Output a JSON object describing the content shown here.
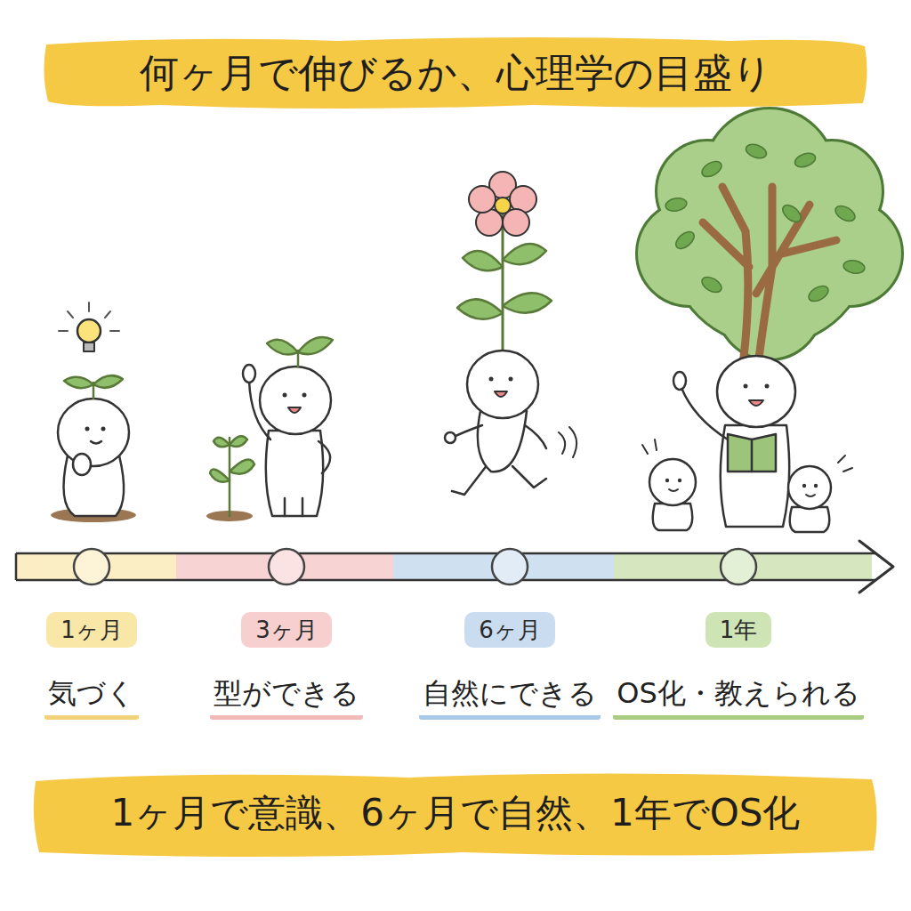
{
  "diagram": {
    "title": "何ヶ月で伸びるか、心理学の目盛り",
    "caption": "1ヶ月で意識、6ヶ月で自然、1年でOS化",
    "nodes": [
      {
        "text": [
          "1ヶ月",
          "気づく"
        ]
      },
      {
        "text": [
          "3ヶ月",
          "型ができる"
        ]
      },
      {
        "text": [
          "6ヶ月",
          "自然にできる"
        ]
      },
      {
        "text": [
          "1年",
          "OS化・教えられる"
        ]
      }
    ]
  }
}
